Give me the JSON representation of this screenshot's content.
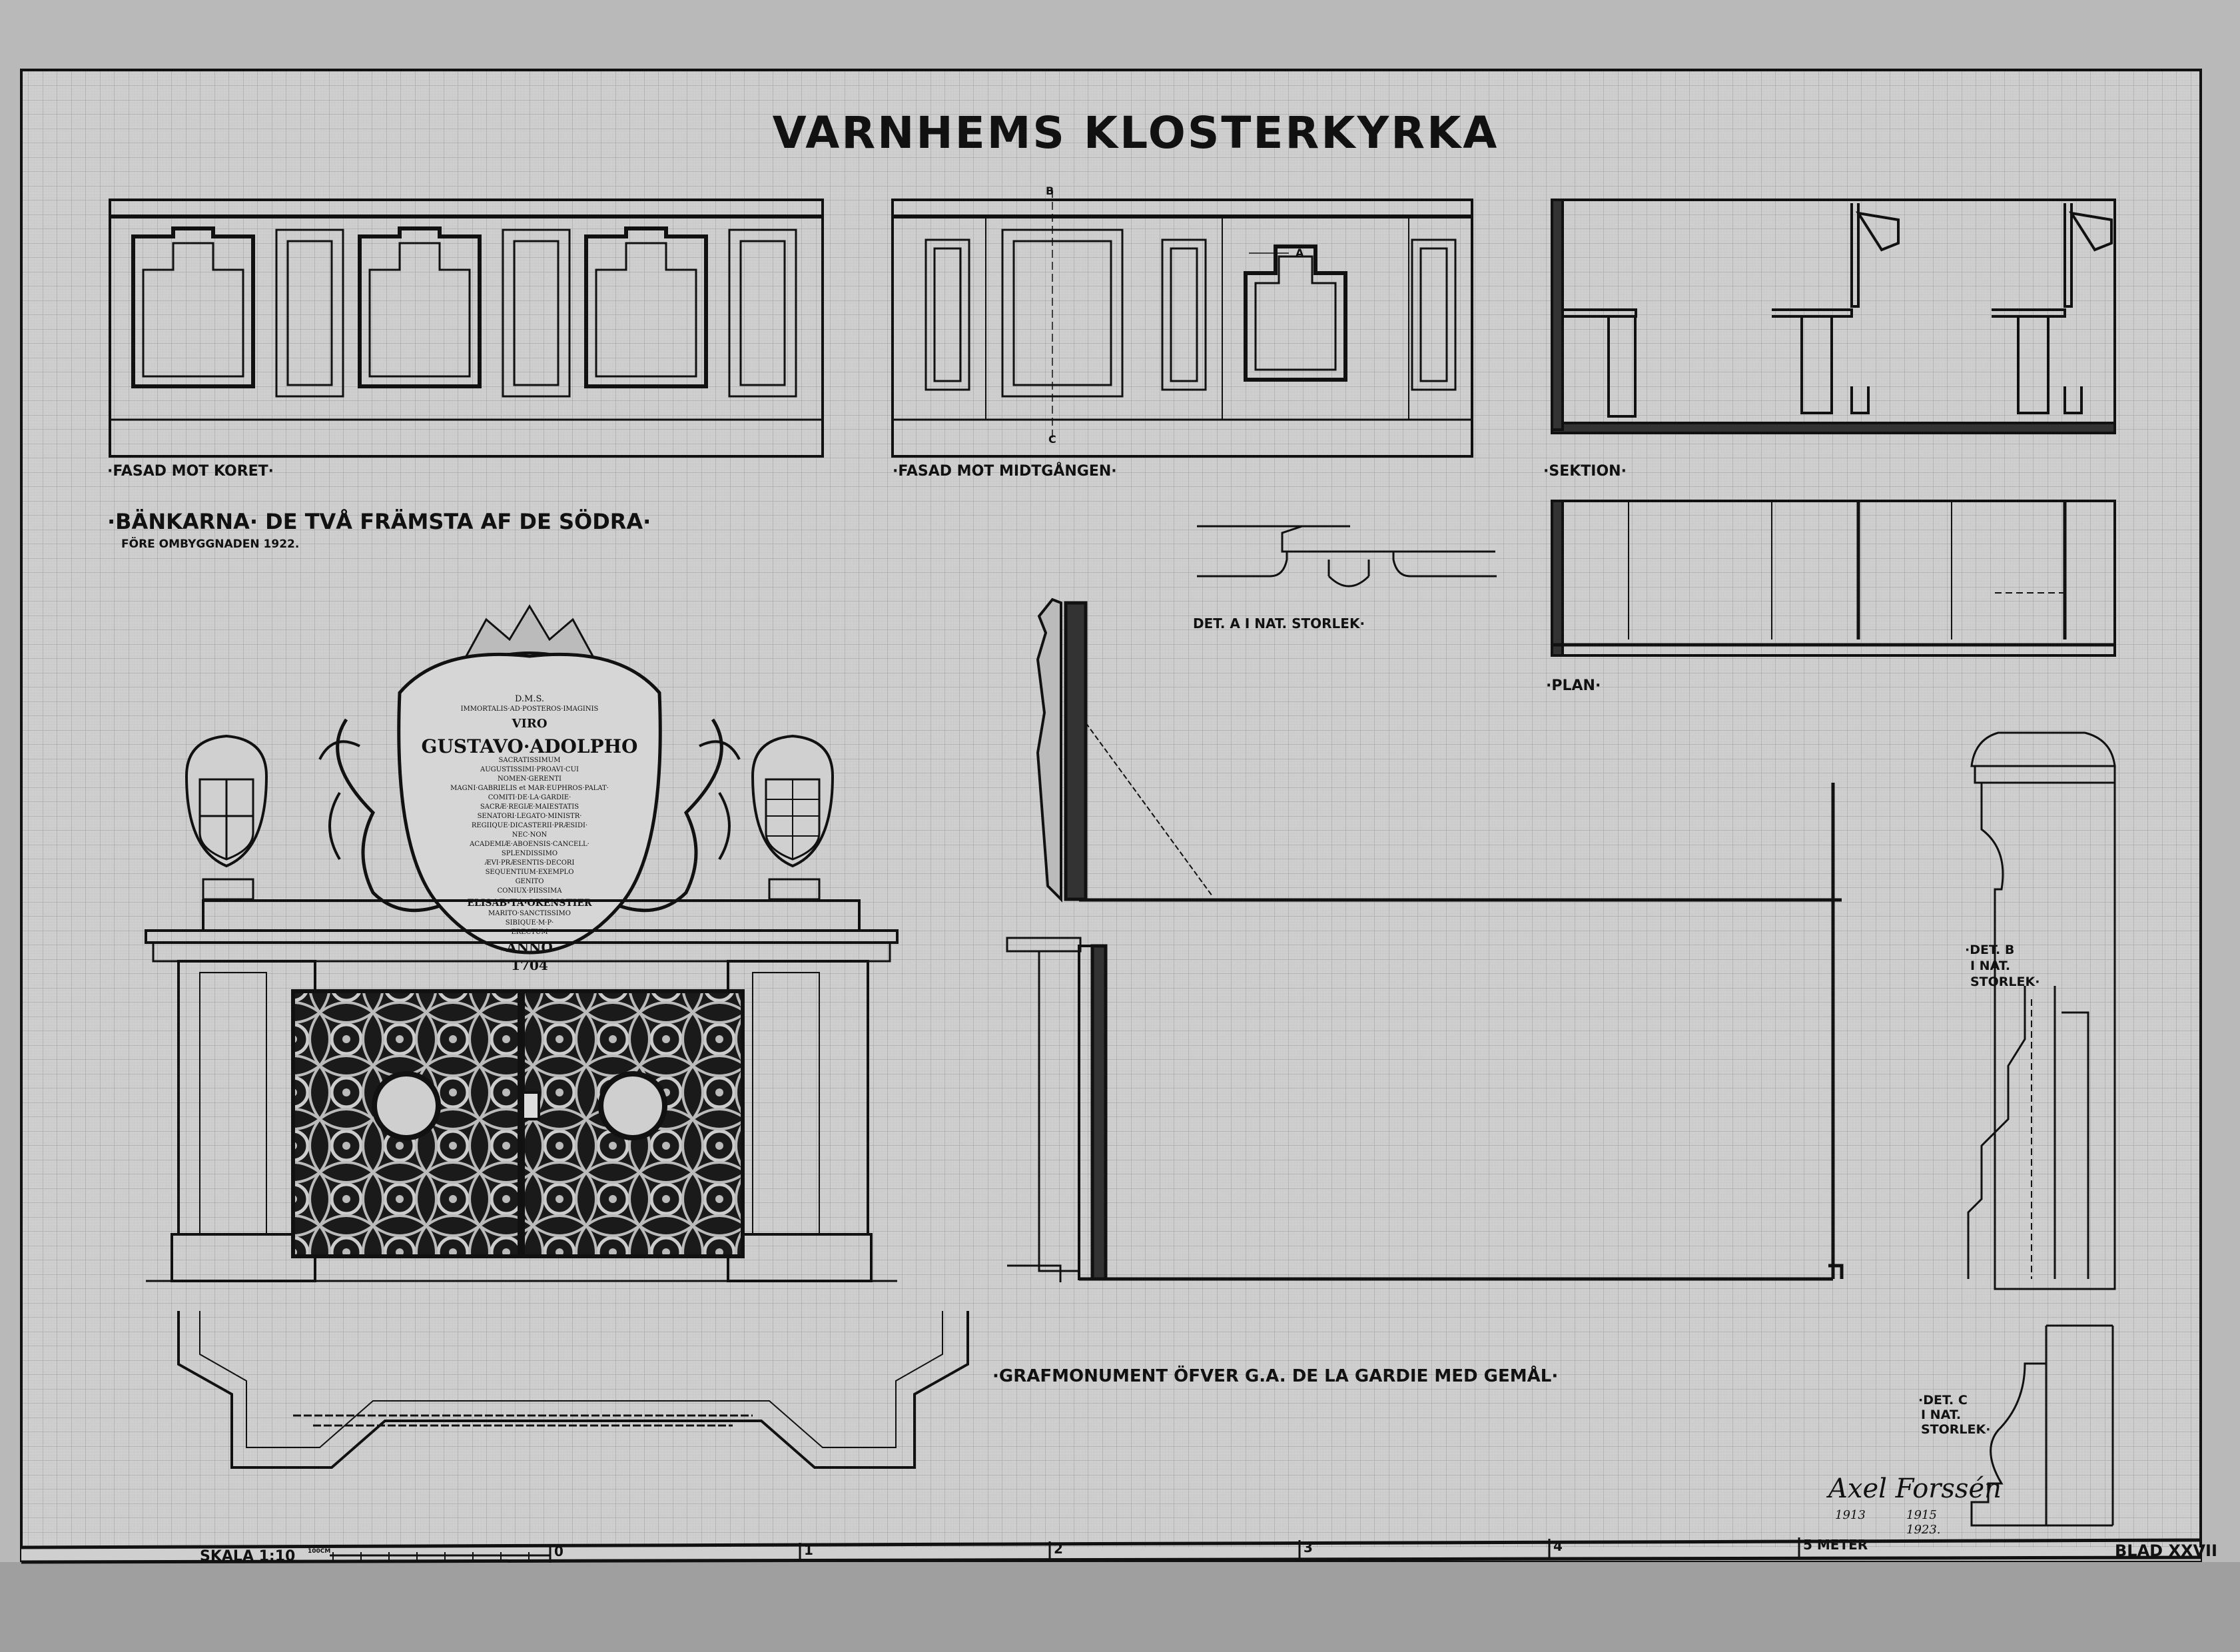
{
  "title": "VARNHEMS KLOSTERKYRKA",
  "views": {
    "facade_choir": "·FASAD MOT KORET·",
    "facade_aisle": "·FASAD MOT MIDTGÅNGEN·",
    "section": "·SEKTION·",
    "plan": "·PLAN·",
    "detail_a": "DET. A I NAT. STORLEK·",
    "detail_b": [
      "·DET. B",
      "I NAT.",
      "STORLEK·"
    ],
    "detail_c": [
      "·DET. C",
      "I NAT.",
      "STORLEK·"
    ],
    "marker_a": "A",
    "marker_b": "B",
    "marker_c": "C"
  },
  "pews_heading": "·BÄNKARNA· DE TVÅ FRÄMSTA AF DE SÖDRA·",
  "pews_subheading": "FÖRE OMBYGGNADEN 1922.",
  "monument_heading": "·GRAFMONUMENT ÖFVER G.A. DE LA GARDIE MED GEMÅL·",
  "inscription": [
    "D.M.S.",
    "IMMORTALIS·AD·POSTEROS·IMAGINIS",
    "VIRO",
    "GUSTAVO·ADOLPHO",
    "SACRATISSIMUM",
    "AUGUSTISSIMI·PROAVI·CUI",
    "NOMEN·GERENTI",
    "MAGNI·GABRIELIS et MAR·EUPHROS·PALAT·",
    "COMITI·DE·LA·GARDIE·",
    "SACRÆ·REGIÆ·MAIESTATIS",
    "SENATORI·LEGATO·MINISTR·",
    "REGIIQUE·DICASTERII·PRÆSIDI·",
    "NEC·NON",
    "ACADEMIÆ·ABOENSIS·CANCELL·",
    "SPLENDISSIMO",
    "ÆVI·PRÆSENTIS·DECORI",
    "SEQUENTIUM·EXEMPLO",
    "GENITO",
    "CONIUX·PIISSIMA",
    "ELISAB·TA·OKENSTIER",
    "MARITO·SANCTISSIMO",
    "SIBIQUE·M·P·",
    "ERECTUM",
    "ANNO",
    "1704"
  ],
  "scale": {
    "label": "SKALA 1:10",
    "sub": "100CM",
    "ticks": [
      "0",
      "1",
      "2",
      "3",
      "4",
      "5 METER"
    ]
  },
  "sheet_number": "BLAD XXVII",
  "signature": "Axel Forssén",
  "dates": [
    "1913",
    "1915",
    "1923."
  ]
}
